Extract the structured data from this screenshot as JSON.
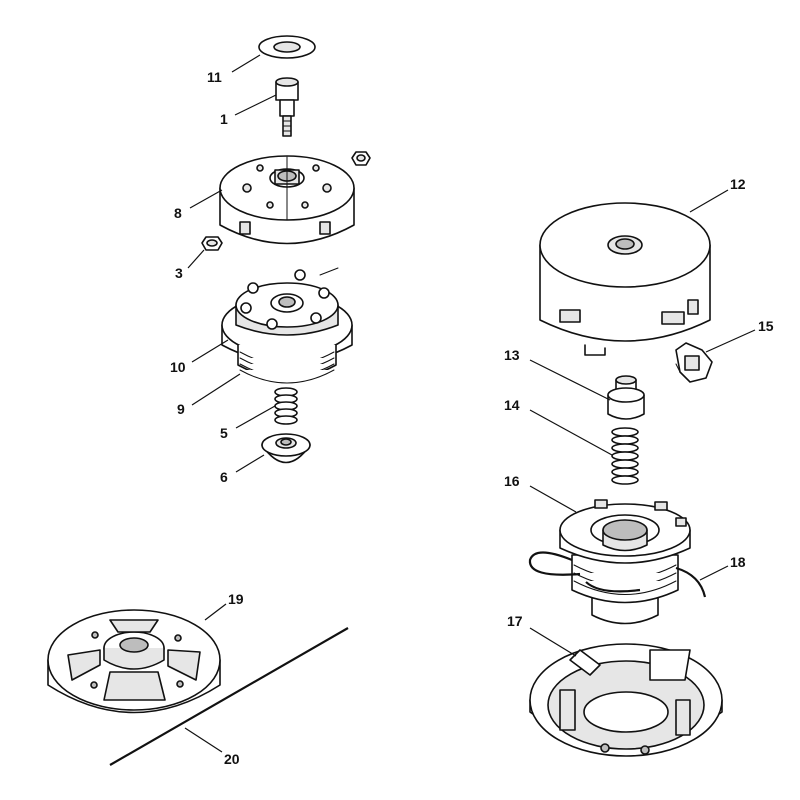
{
  "diagram": {
    "callouts": [
      {
        "id": "11",
        "label": "11"
      },
      {
        "id": "1",
        "label": "1"
      },
      {
        "id": "8",
        "label": "8"
      },
      {
        "id": "3",
        "label": "3"
      },
      {
        "id": "10",
        "label": "10"
      },
      {
        "id": "9",
        "label": "9"
      },
      {
        "id": "5",
        "label": "5"
      },
      {
        "id": "6",
        "label": "6"
      },
      {
        "id": "12",
        "label": "12"
      },
      {
        "id": "15",
        "label": "15"
      },
      {
        "id": "13",
        "label": "13"
      },
      {
        "id": "14",
        "label": "14"
      },
      {
        "id": "16",
        "label": "16"
      },
      {
        "id": "18",
        "label": "18"
      },
      {
        "id": "17",
        "label": "17"
      },
      {
        "id": "19",
        "label": "19"
      },
      {
        "id": "20",
        "label": "20"
      }
    ]
  }
}
